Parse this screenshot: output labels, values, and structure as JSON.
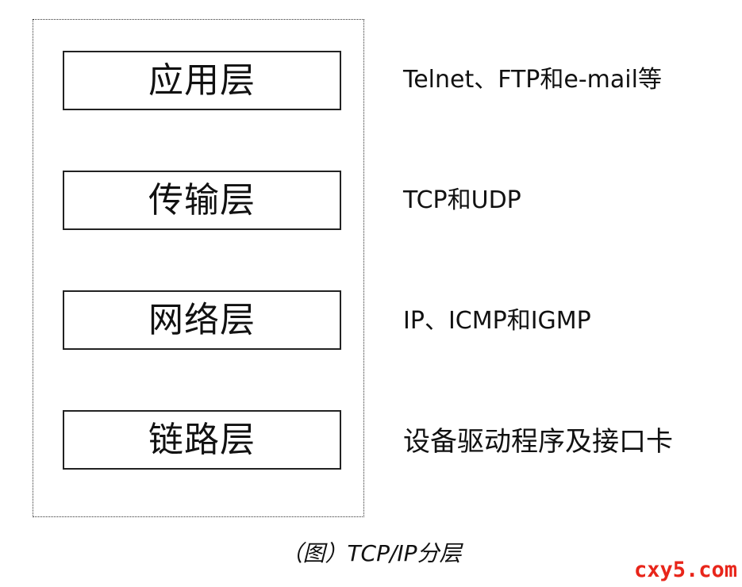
{
  "layers": [
    {
      "name": "应用层",
      "protocols": "Telnet、FTP和e-mail等"
    },
    {
      "name": "传输层",
      "protocols": "TCP和UDP"
    },
    {
      "name": "网络层",
      "protocols": "IP、ICMP和IGMP"
    },
    {
      "name": "链路层",
      "protocols": "设备驱动程序及接口卡"
    }
  ],
  "caption": "（图）TCP/IP分层",
  "watermark": "cxy5.com",
  "colors": {
    "watermark": "#e8251a",
    "border": "#222222"
  }
}
